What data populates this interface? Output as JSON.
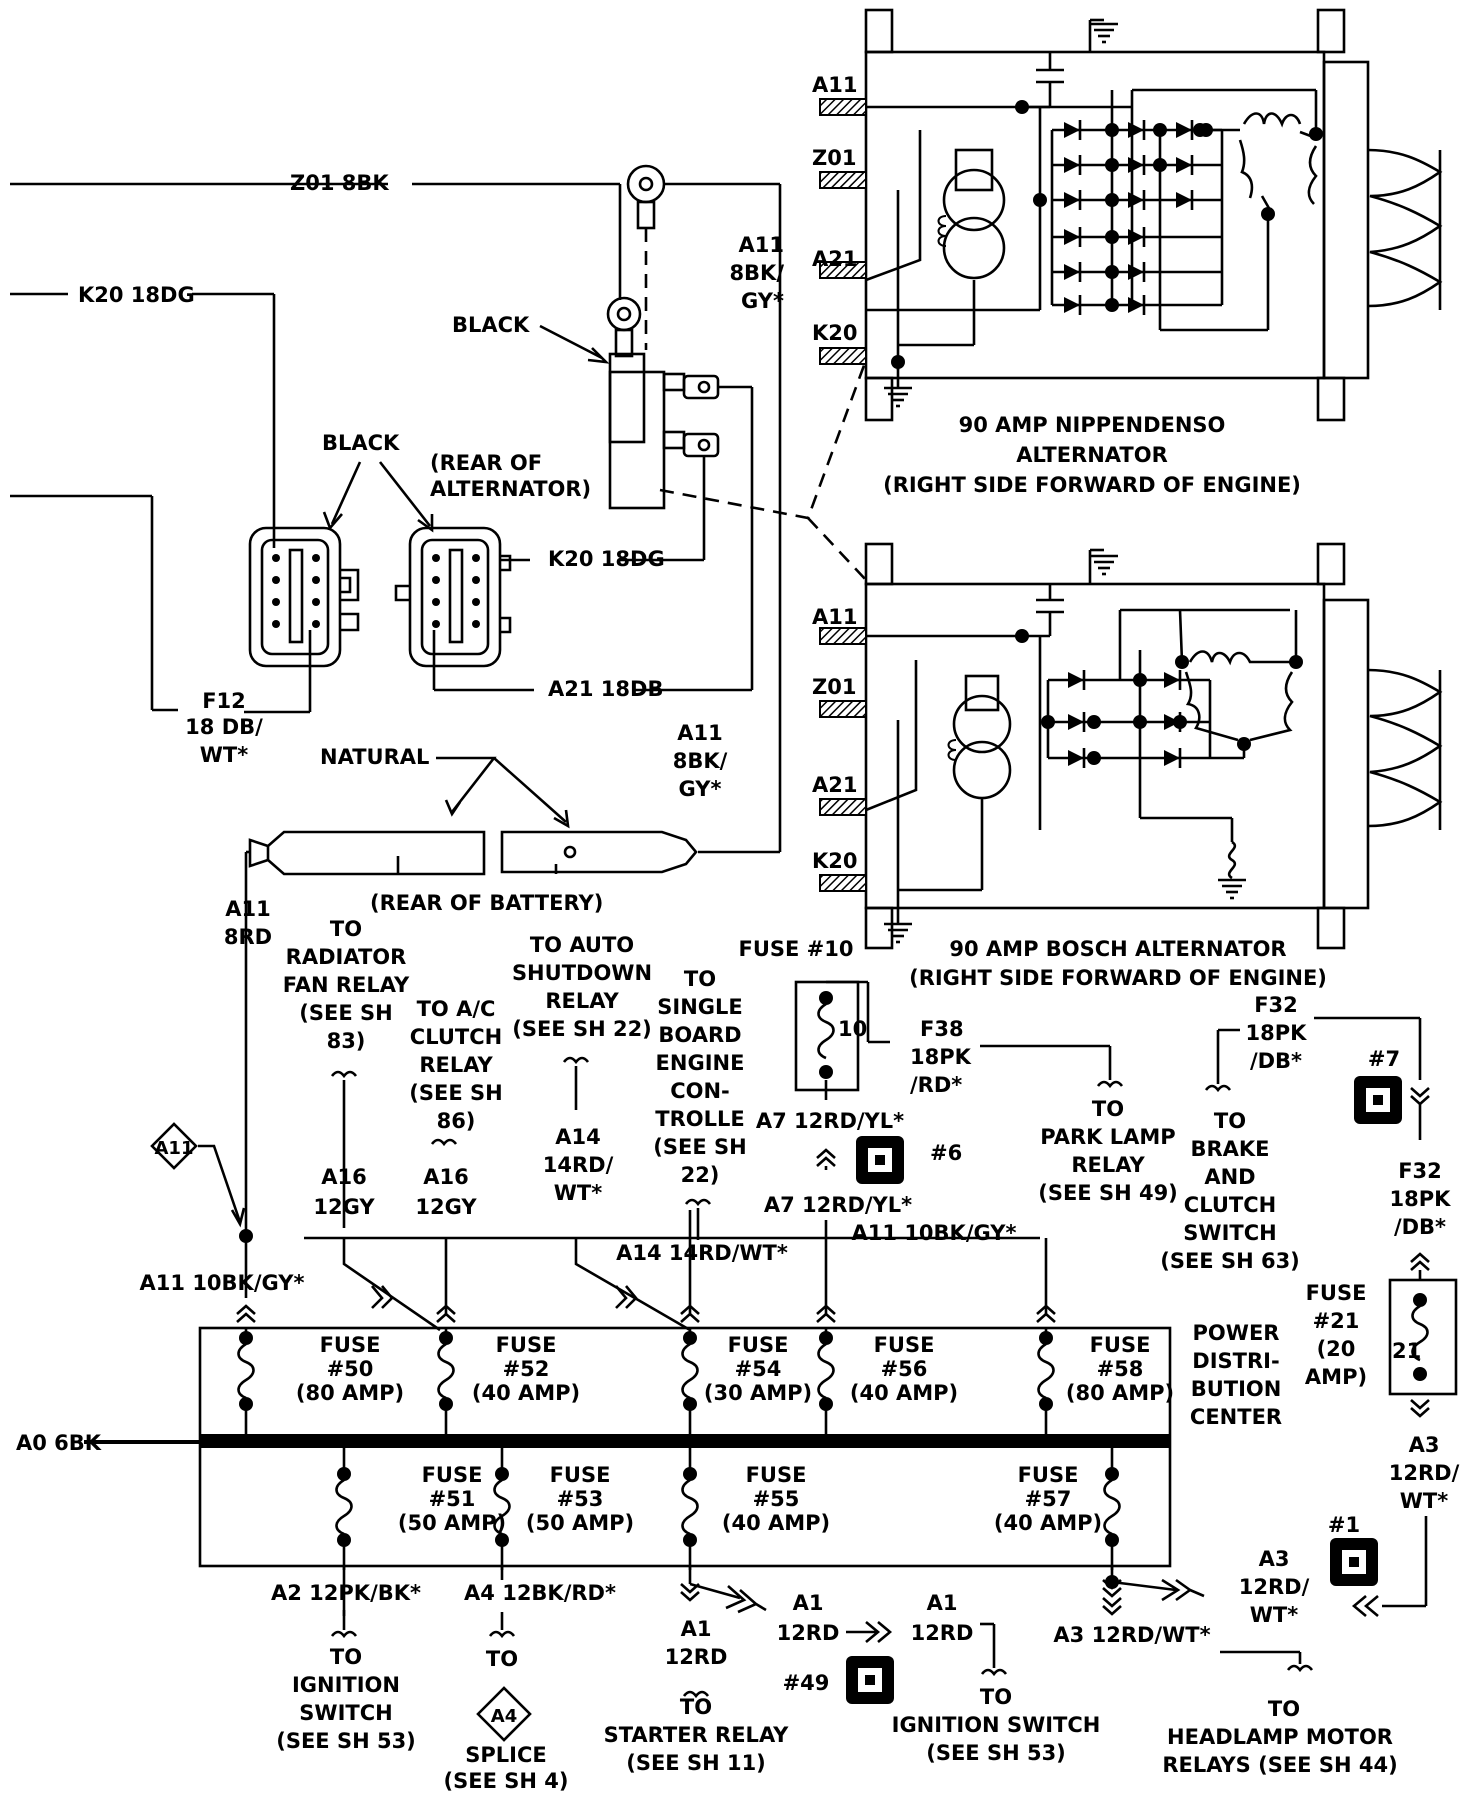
{
  "wires": {
    "z01": "Z01 8BK",
    "k20_top": "K20 18DG",
    "k20_conn": "K20 18DG",
    "a21_conn": "A21 18DB",
    "a11_top": [
      "A11",
      "8BK/",
      "GY*"
    ],
    "a11_mid": [
      "A11",
      "8BK/",
      "GY*"
    ],
    "a11_8rd": [
      "A11",
      "8RD"
    ],
    "f12": [
      "F12",
      "18 DB/",
      "WT*"
    ],
    "a11_10bk_left": "A11 10BK/GY*",
    "a11_10bk_right": "A11 10BK/GY*",
    "a16_1": [
      "A16",
      "12GY"
    ],
    "a16_2": [
      "A16",
      "12GY"
    ],
    "a14_1": [
      "A14",
      "14RD/",
      "WT*"
    ],
    "a14_2": "A14 14RD/WT*",
    "a7_1": "A7 12RD/YL*",
    "a7_2": "A7 12RD/YL*",
    "f38": [
      "F38",
      "18PK",
      "/RD*"
    ],
    "f32_1": [
      "F32",
      "18PK",
      "/DB*"
    ],
    "f32_2": [
      "F32",
      "18PK",
      "/DB*"
    ],
    "a3_right": [
      "A3",
      "12RD/",
      "WT*"
    ],
    "a3_mid": [
      "A3",
      "12RD/",
      "WT*"
    ],
    "a3_bottom": "A3 12RD/WT*",
    "a0": "A0 6BK",
    "a2": "A2 12PK/BK*",
    "a4": "A4 12BK/RD*",
    "a1_1": [
      "A1",
      "12RD"
    ],
    "a1_2": [
      "A1",
      "12RD"
    ],
    "a1_3": [
      "A1",
      "12RD"
    ]
  },
  "labels": {
    "black1": "BLACK",
    "black2": "BLACK",
    "natural": "NATURAL",
    "rear_alt": [
      "(REAR OF",
      "ALTERNATOR)"
    ],
    "rear_batt": "(REAR OF BATTERY)",
    "alt1": [
      "90 AMP NIPPENDENSO",
      "ALTERNATOR",
      "(RIGHT SIDE FORWARD OF ENGINE)"
    ],
    "alt2": [
      "90 AMP BOSCH ALTERNATOR",
      "(RIGHT SIDE FORWARD OF ENGINE)"
    ],
    "pdc": [
      "POWER",
      "DISTRI-",
      "BUTION",
      "CENTER"
    ],
    "fuse10": "FUSE #10",
    "fuse10_num": "10",
    "fuse21": [
      "FUSE",
      "#21",
      "(20",
      "AMP)"
    ],
    "fuse21_num": "21",
    "pins_top": {
      "a11": "A11",
      "z01": "Z01",
      "a21": "A21",
      "k20": "K20"
    },
    "pins_bot": {
      "a11": "A11",
      "z01": "Z01",
      "a21": "A21",
      "k20": "K20"
    },
    "splice_a11": "A11",
    "splice_a4": "A4"
  },
  "fuses_top": [
    {
      "name": "FUSE",
      "num": "#50",
      "amp": "(80 AMP)"
    },
    {
      "name": "FUSE",
      "num": "#52",
      "amp": "(40 AMP)"
    },
    {
      "name": "FUSE",
      "num": "#54",
      "amp": "(30 AMP)"
    },
    {
      "name": "FUSE",
      "num": "#56",
      "amp": "(40 AMP)"
    },
    {
      "name": "FUSE",
      "num": "#58",
      "amp": "(80 AMP)"
    }
  ],
  "fuses_bottom": [
    {
      "name": "FUSE",
      "num": "#51",
      "amp": "(50 AMP)"
    },
    {
      "name": "FUSE",
      "num": "#53",
      "amp": "(50 AMP)"
    },
    {
      "name": "FUSE",
      "num": "#55",
      "amp": "(40 AMP)"
    },
    {
      "name": "FUSE",
      "num": "#57",
      "amp": "(40 AMP)"
    }
  ],
  "destinations": {
    "radiator": [
      "TO",
      "RADIATOR",
      "FAN RELAY",
      "(SEE SH",
      "83)"
    ],
    "ac_clutch": [
      "TO A/C",
      "CLUTCH",
      "RELAY",
      "(SEE SH",
      "86)"
    ],
    "auto_shutdown": [
      "TO AUTO",
      "SHUTDOWN",
      "RELAY",
      "(SEE SH 22)"
    ],
    "sbec": [
      "TO",
      "SINGLE",
      "BOARD",
      "ENGINE",
      "CON-",
      "TROLLE",
      "(SEE SH",
      "22)"
    ],
    "park_lamp": [
      "TO",
      "PARK LAMP",
      "RELAY",
      "(SEE SH 49)"
    ],
    "brake_clutch": [
      "TO",
      "BRAKE",
      "AND",
      "CLUTCH",
      "SWITCH",
      "(SEE SH 63)"
    ],
    "ign1": [
      "TO",
      "IGNITION",
      "SWITCH",
      "(SEE SH 53)"
    ],
    "splice": [
      "TO",
      "SPLICE",
      "(SEE SH 4)"
    ],
    "starter": [
      "TO",
      "STARTER RELAY",
      "(SEE SH 11)"
    ],
    "ign2": [
      "TO",
      "IGNITION SWITCH",
      "(SEE SH 53)"
    ],
    "headlamp": [
      "TO",
      "HEADLAMP MOTOR",
      "RELAYS (SEE SH 44)"
    ]
  },
  "connectors": {
    "c7": "#7",
    "c6": "#6",
    "c1": "#1",
    "c49": "#49"
  }
}
